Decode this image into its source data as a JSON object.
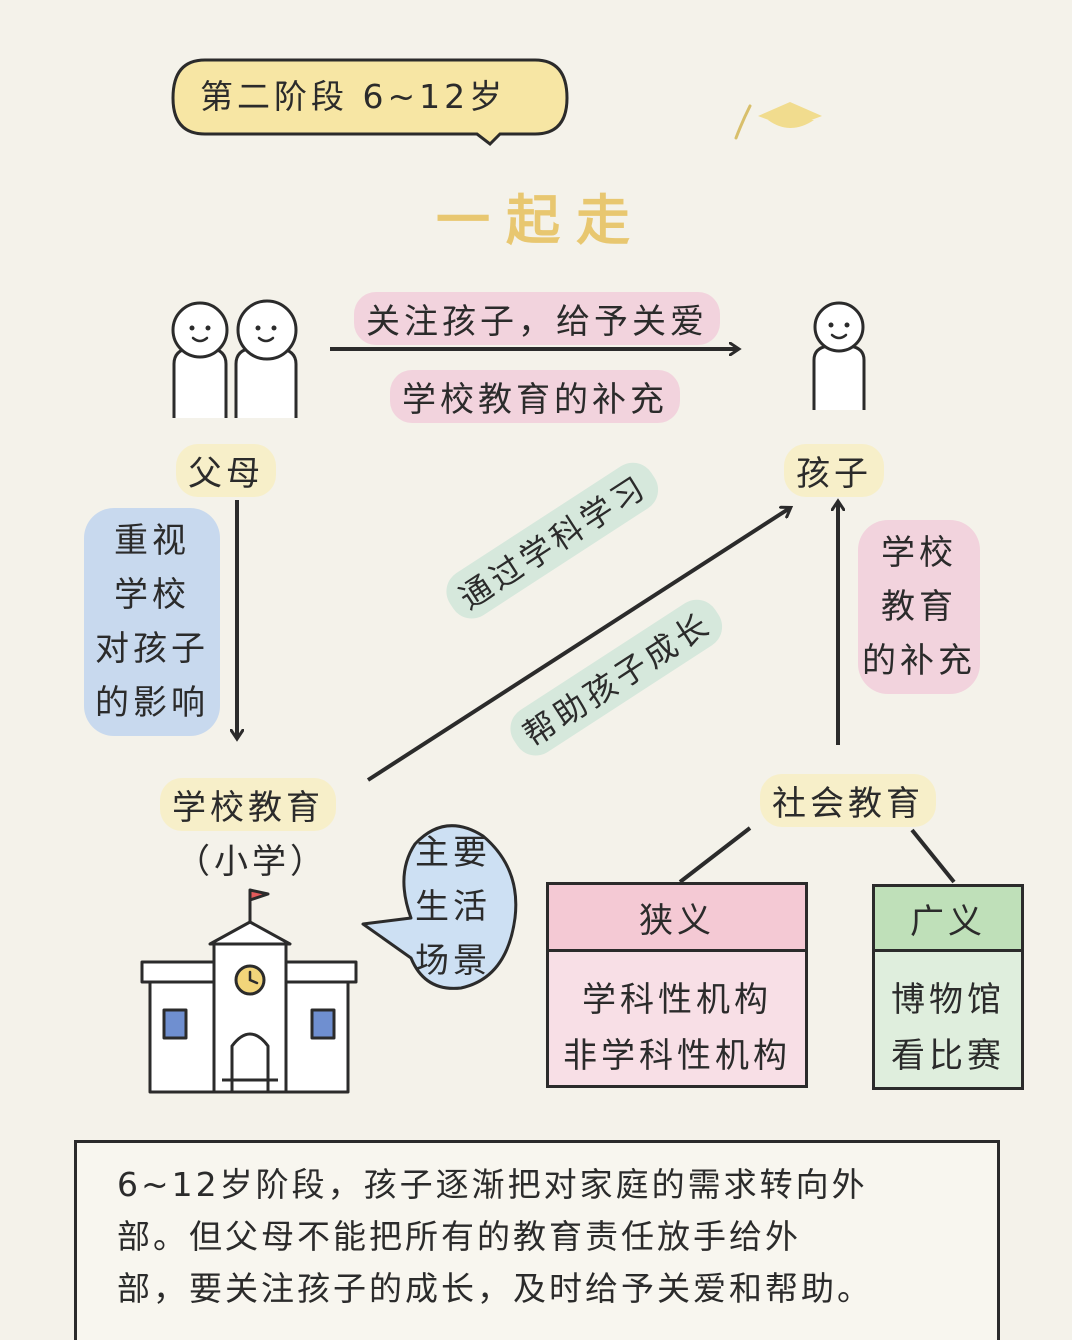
{
  "stage_bubble": "第二阶段 6~12岁",
  "subtitle": "一起走",
  "nodes": {
    "parents": "父母",
    "child": "孩子",
    "school": "学校教育",
    "school_sub": "（小学）",
    "society": "社会教育"
  },
  "edges": {
    "parents_to_child_top": "关注孩子，给予关爱",
    "parents_to_child_bottom": "学校教育的补充",
    "parents_to_school": [
      "重视",
      "学校",
      "对孩子",
      "的影响"
    ],
    "school_to_child_line1": "通过学科学习",
    "school_to_child_line2": "帮助孩子成长",
    "society_to_child": [
      "学校",
      "教育",
      "的补充"
    ]
  },
  "speech_bubble": [
    "主要",
    "生活",
    "场景"
  ],
  "narrow_box": {
    "title": "狭义",
    "items": [
      "学科性机构",
      "非学科性机构"
    ]
  },
  "broad_box": {
    "title": "广义",
    "items": [
      "博物馆",
      "看比赛"
    ]
  },
  "summary": [
    "6~12岁阶段，孩子逐渐把对家庭的需求转向外",
    "部。但父母不能把所有的教育责任放手给外",
    "部，要关注孩子的成长，及时给予关爱和帮助。"
  ],
  "colors": {
    "bubble_yellow": "#f7e6a4",
    "label_cream": "#f7efc9",
    "pink": "#f2d3dd",
    "blue": "#c8d9ee",
    "green": "#d6e8dc",
    "narrow_title_bg": "#f4c9d4",
    "narrow_body_bg": "#f8dfe6",
    "broad_title_bg": "#bfe0b9",
    "broad_body_bg": "#dfeedd",
    "speech_blue": "#cde0f3",
    "subtitle": "#e8c770"
  }
}
